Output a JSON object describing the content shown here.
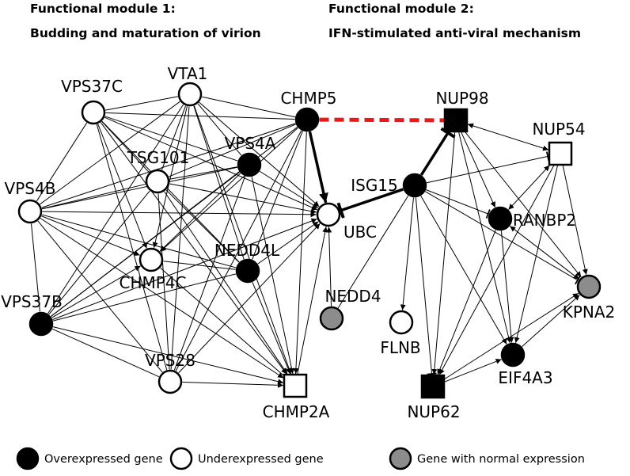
{
  "modules": [
    {
      "heading": "Functional module 1:",
      "subheading": "Budding and maturation of virion"
    },
    {
      "heading": "Functional module 2:",
      "subheading": "IFN-stimulated anti-viral mechanism"
    }
  ],
  "colors": {
    "overexpressed": "#000000",
    "underexpressed": "#ffffff",
    "normal": "#8c8c8c",
    "highlight_edge": "#e8191a",
    "edge": "#000000"
  },
  "nodes": [
    {
      "id": "VTA1",
      "label": "VTA1",
      "shape": "circle",
      "expression": "underexpressed"
    },
    {
      "id": "VPS37C",
      "label": "VPS37C",
      "shape": "circle",
      "expression": "underexpressed"
    },
    {
      "id": "CHMP5",
      "label": "CHMP5",
      "shape": "circle",
      "expression": "overexpressed"
    },
    {
      "id": "VPS4A",
      "label": "VPS4A",
      "shape": "circle",
      "expression": "overexpressed"
    },
    {
      "id": "TSG101",
      "label": "TSG101",
      "shape": "circle",
      "expression": "underexpressed"
    },
    {
      "id": "VPS4B",
      "label": "VPS4B",
      "shape": "circle",
      "expression": "underexpressed"
    },
    {
      "id": "UBC",
      "label": "UBC",
      "shape": "circle",
      "expression": "underexpressed"
    },
    {
      "id": "CHMP4C",
      "label": "CHMP4C",
      "shape": "circle",
      "expression": "underexpressed"
    },
    {
      "id": "NEDD4L",
      "label": "NEDD4L",
      "shape": "circle",
      "expression": "overexpressed"
    },
    {
      "id": "VPS37B",
      "label": "VPS37B",
      "shape": "circle",
      "expression": "overexpressed"
    },
    {
      "id": "VPS28",
      "label": "VPS28",
      "shape": "circle",
      "expression": "underexpressed"
    },
    {
      "id": "CHMP2A",
      "label": "CHMP2A",
      "shape": "square",
      "expression": "underexpressed"
    },
    {
      "id": "NUP98",
      "label": "NUP98",
      "shape": "square",
      "expression": "overexpressed"
    },
    {
      "id": "NUP54",
      "label": "NUP54",
      "shape": "square",
      "expression": "underexpressed"
    },
    {
      "id": "ISG15",
      "label": "ISG15",
      "shape": "circle",
      "expression": "overexpressed"
    },
    {
      "id": "RANBP2",
      "label": "RANBP2",
      "shape": "circle",
      "expression": "overexpressed"
    },
    {
      "id": "NEDD4",
      "label": "NEDD4",
      "shape": "circle",
      "expression": "normal"
    },
    {
      "id": "FLNB",
      "label": "FLNB",
      "shape": "circle",
      "expression": "underexpressed"
    },
    {
      "id": "KPNA2",
      "label": "KPNA2",
      "shape": "circle",
      "expression": "normal"
    },
    {
      "id": "EIF4A3",
      "label": "EIF4A3",
      "shape": "circle",
      "expression": "overexpressed"
    },
    {
      "id": "NUP62",
      "label": "NUP62",
      "shape": "square",
      "expression": "overexpressed"
    }
  ],
  "edges": [
    {
      "from": "CHMP5",
      "to": "UBC",
      "type": "activation",
      "weight": "bold"
    },
    {
      "from": "ISG15",
      "to": "UBC",
      "type": "inhibition",
      "weight": "bold"
    },
    {
      "from": "ISG15",
      "to": "NUP98",
      "type": "inhibition",
      "weight": "bold"
    },
    {
      "from": "CHMP5",
      "to": "NUP98",
      "type": "association",
      "weight": "highlight"
    },
    {
      "from": "VPS37C",
      "to": "VTA1",
      "type": "line"
    },
    {
      "from": "VPS37C",
      "to": "CHMP5",
      "type": "line"
    },
    {
      "from": "VPS37C",
      "to": "VPS4A",
      "type": "line"
    },
    {
      "from": "VPS37C",
      "to": "TSG101",
      "type": "line"
    },
    {
      "from": "VPS37C",
      "to": "VPS4B",
      "type": "line"
    },
    {
      "from": "VPS37C",
      "to": "UBC",
      "type": "activation"
    },
    {
      "from": "VPS37C",
      "to": "NEDD4L",
      "type": "line"
    },
    {
      "from": "VPS37C",
      "to": "VPS28",
      "type": "line"
    },
    {
      "from": "VPS37C",
      "to": "CHMP2A",
      "type": "activation"
    },
    {
      "from": "VPS37C",
      "to": "CHMP4C",
      "type": "activation"
    },
    {
      "from": "VTA1",
      "to": "CHMP5",
      "type": "line"
    },
    {
      "from": "VTA1",
      "to": "VPS4A",
      "type": "line"
    },
    {
      "from": "VTA1",
      "to": "TSG101",
      "type": "line"
    },
    {
      "from": "VTA1",
      "to": "VPS4B",
      "type": "line"
    },
    {
      "from": "VTA1",
      "to": "UBC",
      "type": "activation"
    },
    {
      "from": "VTA1",
      "to": "NEDD4L",
      "type": "line"
    },
    {
      "from": "VTA1",
      "to": "VPS37B",
      "type": "line"
    },
    {
      "from": "VTA1",
      "to": "VPS28",
      "type": "line"
    },
    {
      "from": "VTA1",
      "to": "CHMP2A",
      "type": "activation"
    },
    {
      "from": "VTA1",
      "to": "CHMP4C",
      "type": "activation"
    },
    {
      "from": "CHMP5",
      "to": "TSG101",
      "type": "line"
    },
    {
      "from": "CHMP5",
      "to": "VPS4B",
      "type": "line"
    },
    {
      "from": "CHMP5",
      "to": "NEDD4L",
      "type": "line"
    },
    {
      "from": "CHMP5",
      "to": "CHMP4C",
      "type": "activation"
    },
    {
      "from": "CHMP5",
      "to": "VPS37B",
      "type": "line"
    },
    {
      "from": "CHMP5",
      "to": "VPS28",
      "type": "line"
    },
    {
      "from": "CHMP5",
      "to": "CHMP2A",
      "type": "activation"
    },
    {
      "from": "VPS4A",
      "to": "TSG101",
      "type": "line"
    },
    {
      "from": "VPS4A",
      "to": "VPS4B",
      "type": "line"
    },
    {
      "from": "VPS4A",
      "to": "UBC",
      "type": "activation"
    },
    {
      "from": "VPS4A",
      "to": "CHMP4C",
      "type": "activation"
    },
    {
      "from": "VPS4A",
      "to": "VPS37B",
      "type": "line"
    },
    {
      "from": "VPS4A",
      "to": "VPS28",
      "type": "line"
    },
    {
      "from": "VPS4A",
      "to": "CHMP2A",
      "type": "activation"
    },
    {
      "from": "TSG101",
      "to": "VPS4B",
      "type": "line"
    },
    {
      "from": "TSG101",
      "to": "UBC",
      "type": "activation"
    },
    {
      "from": "TSG101",
      "to": "NEDD4L",
      "type": "line"
    },
    {
      "from": "TSG101",
      "to": "VPS37B",
      "type": "line"
    },
    {
      "from": "TSG101",
      "to": "VPS28",
      "type": "line"
    },
    {
      "from": "TSG101",
      "to": "CHMP2A",
      "type": "activation"
    },
    {
      "from": "VPS4B",
      "to": "UBC",
      "type": "activation"
    },
    {
      "from": "VPS4B",
      "to": "CHMP4C",
      "type": "activation"
    },
    {
      "from": "VPS4B",
      "to": "VPS37B",
      "type": "line"
    },
    {
      "from": "VPS4B",
      "to": "VPS28",
      "type": "line"
    },
    {
      "from": "VPS4B",
      "to": "CHMP2A",
      "type": "activation"
    },
    {
      "from": "VPS4B",
      "to": "NEDD4L",
      "type": "line"
    },
    {
      "from": "NEDD4L",
      "to": "UBC",
      "type": "activation"
    },
    {
      "from": "NEDD4L",
      "to": "VPS37B",
      "type": "line"
    },
    {
      "from": "NEDD4L",
      "to": "CHMP2A",
      "type": "activation"
    },
    {
      "from": "NEDD4L",
      "to": "CHMP4C",
      "type": "line"
    },
    {
      "from": "VPS37B",
      "to": "UBC",
      "type": "activation"
    },
    {
      "from": "VPS37B",
      "to": "CHMP2A",
      "type": "activation"
    },
    {
      "from": "VPS37B",
      "to": "VPS28",
      "type": "line"
    },
    {
      "from": "VPS37B",
      "to": "CHMP4C",
      "type": "activation"
    },
    {
      "from": "VPS28",
      "to": "UBC",
      "type": "activation"
    },
    {
      "from": "VPS28",
      "to": "CHMP2A",
      "type": "activation"
    },
    {
      "from": "CHMP4C",
      "to": "CHMP2A",
      "type": "line"
    },
    {
      "from": "CHMP2A",
      "to": "UBC",
      "type": "activation"
    },
    {
      "from": "NEDD4",
      "to": "UBC",
      "type": "activation"
    },
    {
      "from": "NUP98",
      "to": "NUP54",
      "type": "double"
    },
    {
      "from": "NUP98",
      "to": "RANBP2",
      "type": "activation"
    },
    {
      "from": "NUP98",
      "to": "KPNA2",
      "type": "activation"
    },
    {
      "from": "NUP98",
      "to": "NUP62",
      "type": "activation"
    },
    {
      "from": "NUP98",
      "to": "EIF4A3",
      "type": "activation"
    },
    {
      "from": "ISG15",
      "to": "NUP54",
      "type": "inhibition"
    },
    {
      "from": "ISG15",
      "to": "RANBP2",
      "type": "inhibition"
    },
    {
      "from": "ISG15",
      "to": "KPNA2",
      "type": "inhibition"
    },
    {
      "from": "ISG15",
      "to": "NUP62",
      "type": "inhibition"
    },
    {
      "from": "ISG15",
      "to": "EIF4A3",
      "type": "activation"
    },
    {
      "from": "ISG15",
      "to": "FLNB",
      "type": "activation"
    },
    {
      "from": "ISG15",
      "to": "NEDD4",
      "type": "line"
    },
    {
      "from": "NUP54",
      "to": "RANBP2",
      "type": "double"
    },
    {
      "from": "NUP54",
      "to": "KPNA2",
      "type": "activation"
    },
    {
      "from": "NUP54",
      "to": "EIF4A3",
      "type": "activation"
    },
    {
      "from": "NUP54",
      "to": "NUP62",
      "type": "activation"
    },
    {
      "from": "RANBP2",
      "to": "KPNA2",
      "type": "double"
    },
    {
      "from": "RANBP2",
      "to": "NUP62",
      "type": "activation"
    },
    {
      "from": "RANBP2",
      "to": "EIF4A3",
      "type": "activation"
    },
    {
      "from": "NUP62",
      "to": "EIF4A3",
      "type": "activation"
    },
    {
      "from": "EIF4A3",
      "to": "KPNA2",
      "type": "activation"
    },
    {
      "from": "NUP62",
      "to": "KPNA2",
      "type": "activation"
    }
  ],
  "legend": [
    {
      "expression": "overexpressed",
      "label": "Overexpressed gene"
    },
    {
      "expression": "underexpressed",
      "label": "Underexpressed gene"
    },
    {
      "expression": "normal",
      "label": "Gene with normal expression"
    }
  ]
}
